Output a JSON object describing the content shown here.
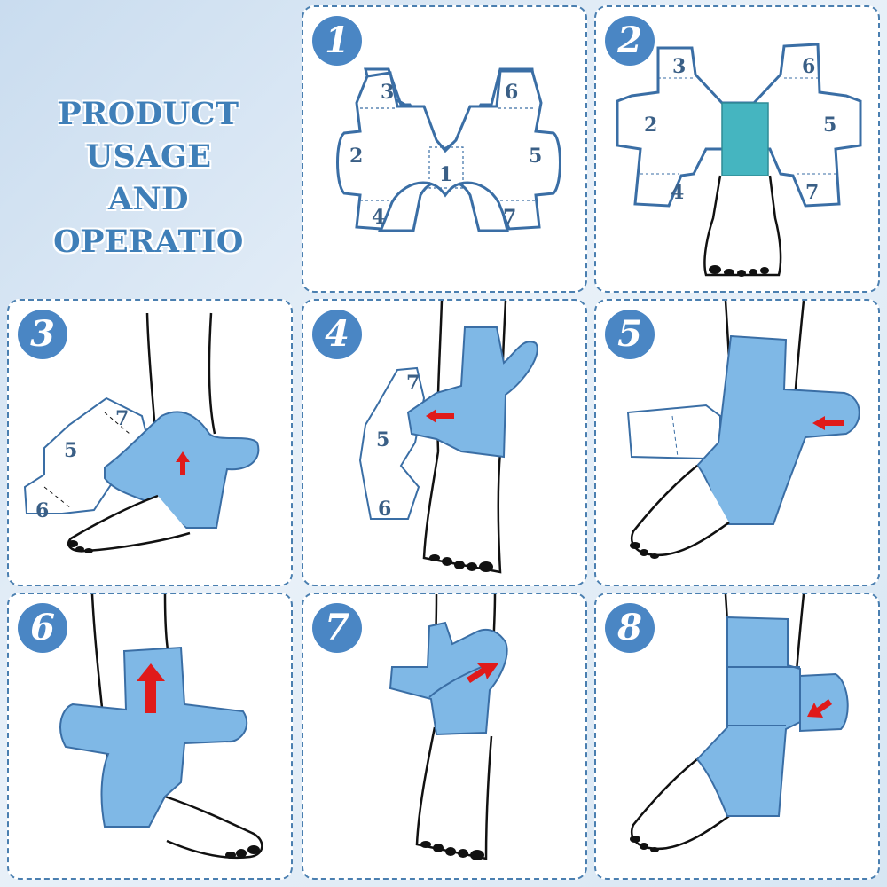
{
  "title": {
    "line1": "PRODUCT USAGE",
    "line2": "AND",
    "line3": "OPERATIO"
  },
  "colors": {
    "wrap": "#7fb8e6",
    "outline": "#3a6ea5",
    "arrow": "#e01a1a",
    "center_pad": "#45b5c0",
    "badge": "#4a86c4"
  },
  "steps": [
    {
      "number": "1"
    },
    {
      "number": "2"
    },
    {
      "number": "3"
    },
    {
      "number": "4"
    },
    {
      "number": "5"
    },
    {
      "number": "6"
    },
    {
      "number": "7"
    },
    {
      "number": "8"
    }
  ],
  "flap_labels": {
    "center": "1",
    "left_mid": "2",
    "left_top": "3",
    "left_bottom": "4",
    "right_mid": "5",
    "right_top": "6",
    "right_bottom": "7"
  }
}
